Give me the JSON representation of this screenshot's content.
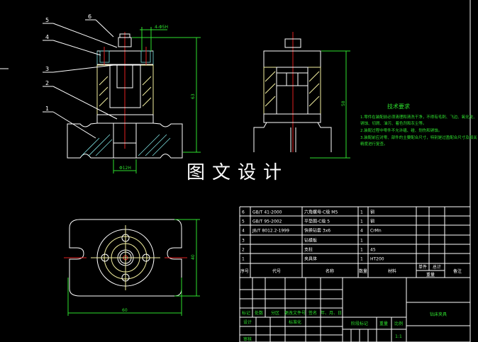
{
  "watermark": "图文设计",
  "leaders": [
    "1",
    "2",
    "3",
    "4",
    "5",
    "6"
  ],
  "dimensions": {
    "holes": "4-Φ5H",
    "height_front": "63",
    "bore": "Φ12H",
    "height_side": "58",
    "width_plan": "60",
    "depth_plan": "40"
  },
  "tech_requirements": {
    "title": "技术要求",
    "items": [
      "1.零件在装配前必须清理和清洗干净，不得有毛刺、飞边、氧化皮、",
      "   锈蚀、切屑、油污、着色剂和灰尘等。",
      "2.装配过程中零件不允许磕、碰、划伤和锈蚀。",
      "3.装配前应对零、部件的主要配合尺寸，特别是过盈配合尺寸及相关",
      "   精度进行复查。"
    ]
  },
  "bom": {
    "rows": [
      {
        "no": "6",
        "code": "GB/T 41-2000",
        "name": "六角螺母-C级 M5",
        "qty": "1",
        "material": "钢"
      },
      {
        "no": "5",
        "code": "GB/T 95-2002",
        "name": "平垫圈-C级 5",
        "qty": "1",
        "material": "钢"
      },
      {
        "no": "4",
        "code": "JB/T 8012.2-1999",
        "name": "快换钻套 3x6",
        "qty": "4",
        "material": "CrMn"
      },
      {
        "no": "3",
        "code": "",
        "name": "钻模板",
        "qty": "1",
        "material": ""
      },
      {
        "no": "2",
        "code": "",
        "name": "支柱",
        "qty": "1",
        "material": "45"
      },
      {
        "no": "1",
        "code": "",
        "name": "夹具体",
        "qty": "1",
        "material": "HT200"
      }
    ],
    "headers": {
      "no": "序号",
      "code": "代号",
      "name": "名称",
      "qty": "数量",
      "material": "材料",
      "single": "单件",
      "total": "总计",
      "weight": "重量",
      "note": "备注"
    }
  },
  "title_block": {
    "revision_labels": [
      "标记",
      "处数",
      "分区",
      "更改文件号",
      "签名",
      "年、月、日"
    ],
    "design": "设计",
    "standard": "标准化",
    "review": "审核",
    "stage": "阶段标记",
    "weight": "重量",
    "scale_label": "比例",
    "scale": "1:1",
    "drawing_name": "钻床夹具"
  }
}
